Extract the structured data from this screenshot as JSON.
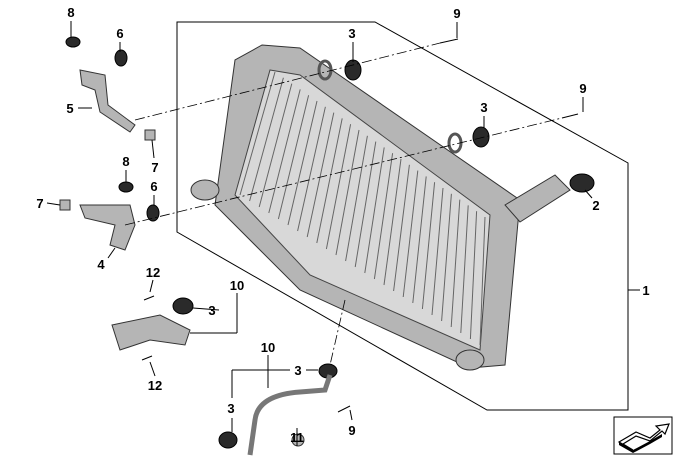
{
  "callouts": {
    "c8a": "8",
    "c6a": "6",
    "c5": "5",
    "c7a": "7",
    "c8b": "8",
    "c6b": "6",
    "c7b": "7",
    "c4": "4",
    "c3a": "3",
    "c9a": "9",
    "c3b": "3",
    "c9b": "9",
    "c2": "2",
    "c1": "1",
    "c12a": "12",
    "c10a": "10",
    "c3c": "3",
    "c12b": "12",
    "c10b": "10",
    "c3d": "3",
    "c3e": "3",
    "c11": "11",
    "c9c": "9"
  },
  "icons": {
    "nav": "arrow-step-icon"
  }
}
